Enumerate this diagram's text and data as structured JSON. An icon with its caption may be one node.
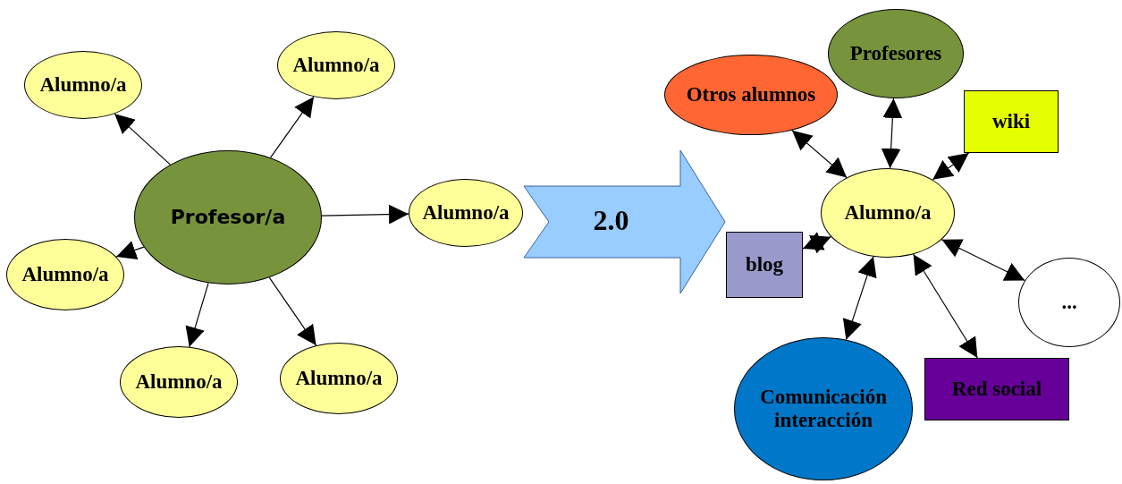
{
  "diagram": {
    "nodes": [
      {
        "text": [
          "Profesor/a"
        ]
      },
      {
        "text": [
          "Alumno/a"
        ]
      },
      {
        "text": [
          "Alumno/a"
        ]
      },
      {
        "text": [
          "Alumno/a"
        ]
      },
      {
        "text": [
          "Alumno/a"
        ]
      },
      {
        "text": [
          "Alumno/a"
        ]
      },
      {
        "text": [
          "Alumno/a"
        ]
      },
      {
        "text": [
          "Otros alumnos"
        ]
      },
      {
        "text": [
          "Profesores"
        ]
      },
      {
        "text": [
          "wiki"
        ]
      },
      {
        "text": [
          "Alumno/a"
        ]
      },
      {
        "text": [
          "blog"
        ]
      },
      {
        "text": [
          "..."
        ]
      },
      {
        "text": [
          "Comunicación interacción"
        ]
      },
      {
        "text": [
          "Red social"
        ]
      }
    ],
    "edges": [
      {
        "from": 0,
        "to": 1,
        "arrow": "to"
      },
      {
        "from": 0,
        "to": 2,
        "arrow": "to"
      },
      {
        "from": 0,
        "to": 3,
        "arrow": "to"
      },
      {
        "from": 0,
        "to": 4,
        "arrow": "to"
      },
      {
        "from": 0,
        "to": 5,
        "arrow": "to"
      },
      {
        "from": 0,
        "to": 6,
        "arrow": "to"
      },
      {
        "from": 3,
        "to": 11,
        "arrow": "to",
        "label": "2.0",
        "style": "thick",
        "color": "#99ccff"
      },
      {
        "from": 10,
        "to": 7,
        "arrow": "both"
      },
      {
        "from": 10,
        "to": 8,
        "arrow": "both"
      },
      {
        "from": 10,
        "to": 9,
        "arrow": "both"
      },
      {
        "from": 10,
        "to": 11,
        "arrow": "both"
      },
      {
        "from": 10,
        "to": 12,
        "arrow": "both"
      },
      {
        "from": 10,
        "to": 13,
        "arrow": "both"
      },
      {
        "from": 10,
        "to": 14,
        "arrow": "both"
      }
    ]
  }
}
